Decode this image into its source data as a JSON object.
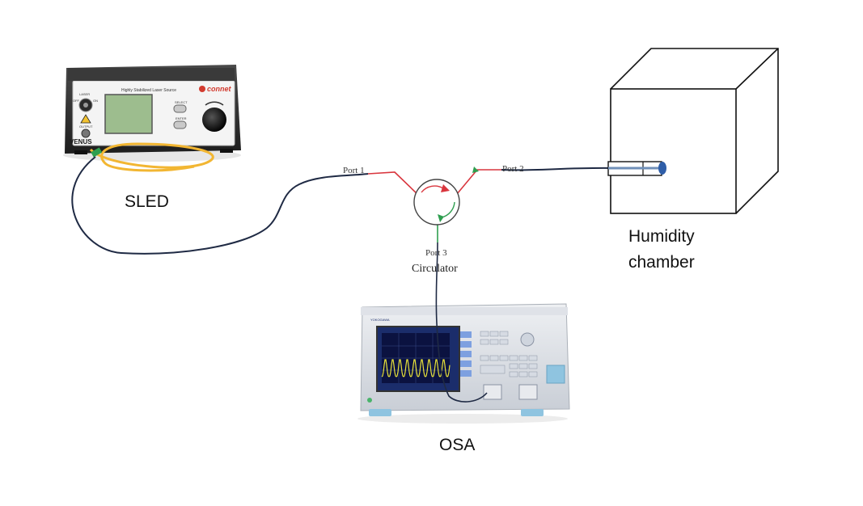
{
  "labels": {
    "sled": "SLED",
    "humidity_line1": "Humidity",
    "humidity_line2": "chamber",
    "osa": "OSA",
    "port1": "Port 1",
    "port2": "Port 2",
    "port3": "Port 3",
    "circulator": "Circulator"
  },
  "sled_device": {
    "brand": "connet",
    "model": "VENUS",
    "panel_title": "Highly Stabilized Laser Source",
    "laser_label": "LASER",
    "off_label": "OFF",
    "on_label": "ON",
    "output_label": "OUTPUT",
    "select_label": "SELECT",
    "enter_label": "ENTER"
  },
  "osa_device": {
    "brand": "YOKOGAWA"
  },
  "colors": {
    "fiber_dark": "#1f2a44",
    "fiber_red": "#d9363e",
    "fiber_green": "#2e9e4f",
    "fiber_yellow": "#f2b632",
    "tip_blue": "#2f5ea8",
    "screen_green": "#9dbd8e",
    "osa_screen": "#1b2d6b",
    "osa_trace": "#e8e23a"
  }
}
